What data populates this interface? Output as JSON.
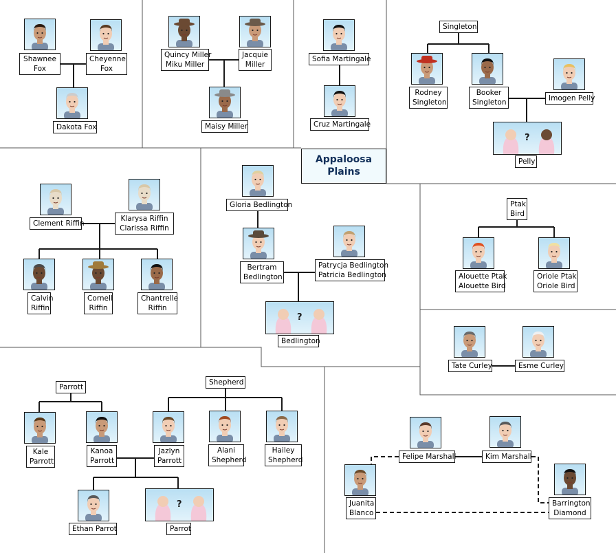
{
  "title": {
    "line1": "Appaloosa",
    "line2": "Plains"
  },
  "families": {
    "fox": {
      "shawnee": [
        "Shawnee",
        "Fox"
      ],
      "cheyenne": [
        "Cheyenne",
        "Fox"
      ],
      "dakota": [
        "Dakota Fox"
      ]
    },
    "miller": {
      "quincy": [
        "Quincy Miller",
        "Miku Miller"
      ],
      "jacquie": [
        "Jacquie",
        "Miller"
      ],
      "maisy": [
        "Maisy Miller"
      ]
    },
    "martingale": {
      "sofia": [
        "Sofia Martingale"
      ],
      "cruz": [
        "Cruz Martingale"
      ]
    },
    "singleton": {
      "family": [
        "Singleton"
      ],
      "rodney": [
        "Rodney",
        "Singleton"
      ],
      "booker": [
        "Booker",
        "Singleton"
      ],
      "imogen": [
        "Imogen Pelly"
      ],
      "baby": [
        "Pelly"
      ]
    },
    "riffin": {
      "clement": [
        "Clement Riffin"
      ],
      "klarysa": [
        "Klarysa Riffin",
        "Clarissa Riffin"
      ],
      "calvin": [
        "Calvin",
        "Riffin"
      ],
      "cornell": [
        "Cornell",
        "Riffin"
      ],
      "chantrelle": [
        "Chantrelle",
        "Riffin"
      ]
    },
    "bedlington": {
      "gloria": [
        "Gloria Bedlington"
      ],
      "bertram": [
        "Bertram",
        "Bedlington"
      ],
      "patrycja": [
        "Patrycja Bedlington",
        "Patricia Bedlington"
      ],
      "baby": [
        "Bedlington"
      ]
    },
    "ptak": {
      "family": [
        "Ptak",
        "Bird"
      ],
      "alouette": [
        "Alouette Ptak",
        "Alouette Bird"
      ],
      "oriole": [
        "Oriole Ptak",
        "Oriole Bird"
      ]
    },
    "curley": {
      "tate": [
        "Tate Curley"
      ],
      "esme": [
        "Esme Curley"
      ]
    },
    "parrott": {
      "family": [
        "Parrott"
      ],
      "kale": [
        "Kale",
        "Parrott"
      ],
      "kanoa": [
        "Kanoa",
        "Parrott"
      ],
      "ethan": [
        "Ethan Parrot"
      ],
      "baby": [
        "Parrot"
      ]
    },
    "shepherd": {
      "family": [
        "Shepherd"
      ],
      "jazlyn": [
        "Jazlyn",
        "Parrott"
      ],
      "alani": [
        "Alani",
        "Shepherd"
      ],
      "hailey": [
        "Hailey",
        "Shepherd"
      ]
    },
    "marshall": {
      "felipe": [
        "Felipe Marshall"
      ],
      "kim": [
        "Kim Marshall"
      ],
      "juanita": [
        "Juanita",
        "Blanco"
      ],
      "barrington": [
        "Barrington",
        "Diamond"
      ]
    }
  },
  "unknown_baby_mark": "?",
  "colors": {
    "line": "#1a1a1a",
    "portrait_bg": "#bfe2f4",
    "title_text": "#12305a"
  }
}
